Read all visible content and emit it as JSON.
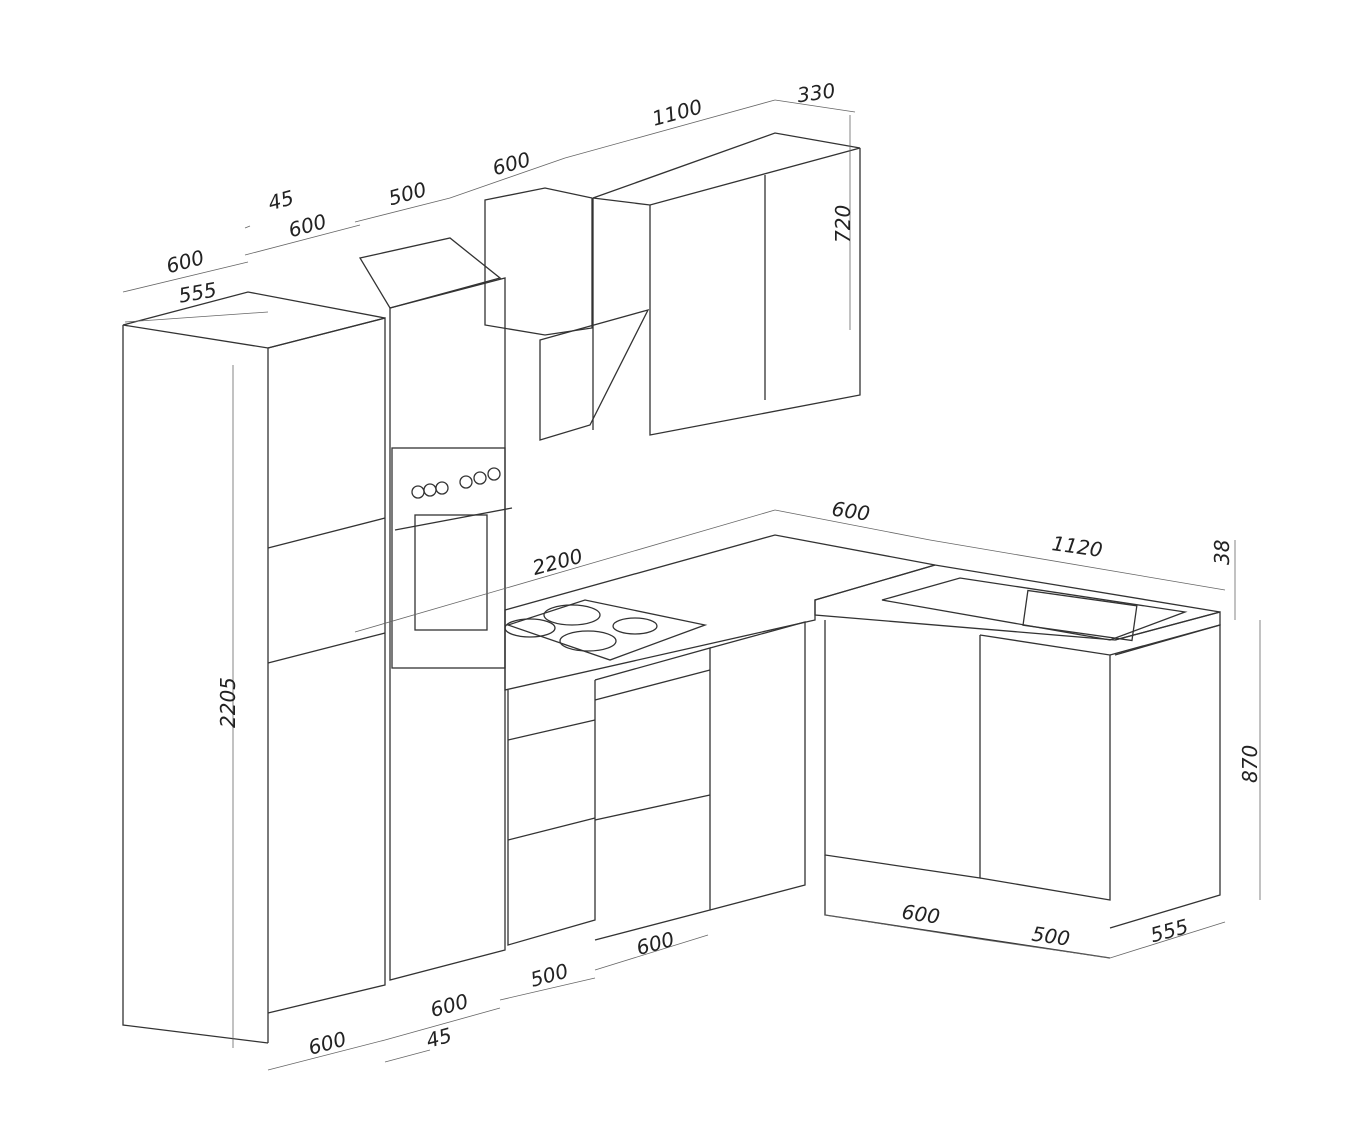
{
  "drawing": {
    "upper_dimensions": [
      "330",
      "1100",
      "600",
      "500",
      "45",
      "600",
      "600",
      "555",
      "720"
    ],
    "side_dimensions": [
      "2205",
      "38",
      "870"
    ],
    "counter_dimensions": [
      "600",
      "1120",
      "2200"
    ],
    "base_dimensions": [
      "600",
      "500",
      "555",
      "600",
      "500",
      "600",
      "45",
      "600"
    ]
  }
}
